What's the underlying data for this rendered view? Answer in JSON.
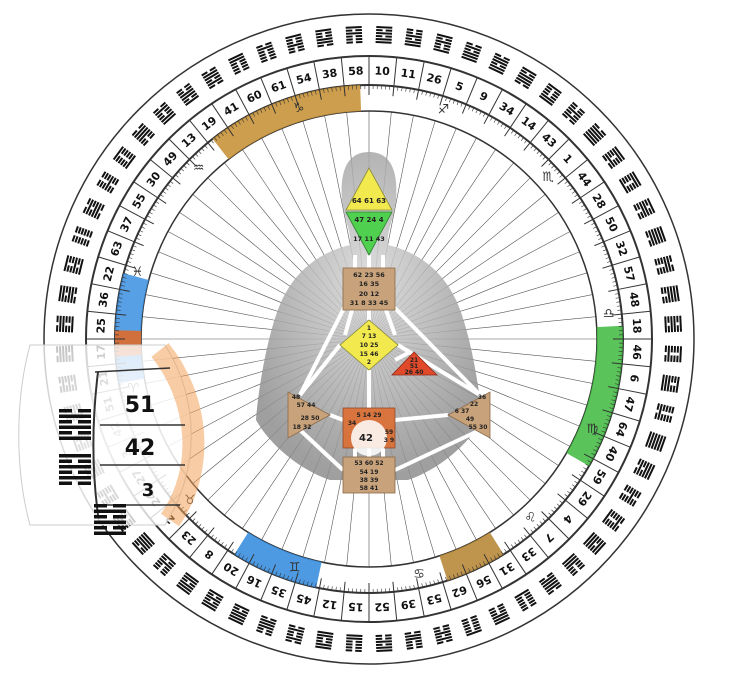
{
  "wheel": {
    "gates": [
      "10",
      "11",
      "26",
      "5",
      "9",
      "34",
      "14",
      "43",
      "1",
      "44",
      "28",
      "50",
      "32",
      "57",
      "48",
      "18",
      "46",
      "6",
      "47",
      "64",
      "40",
      "59",
      "29",
      "4",
      "7",
      "33",
      "31",
      "56",
      "62",
      "53",
      "39",
      "52",
      "15",
      "12",
      "45",
      "35",
      "16",
      "20",
      "8",
      "23",
      "2",
      "24",
      "27",
      "3",
      "42",
      "51",
      "21",
      "17",
      "25",
      "36",
      "22",
      "63",
      "37",
      "55",
      "30",
      "49",
      "13",
      "19",
      "41",
      "60",
      "61",
      "54",
      "38",
      "58"
    ],
    "zodiac": [
      {
        "symbol": "♐",
        "name": "sagittarius"
      },
      {
        "symbol": "♏",
        "name": "scorpio"
      },
      {
        "symbol": "♎",
        "name": "libra"
      },
      {
        "symbol": "♍",
        "name": "virgo"
      },
      {
        "symbol": "♌",
        "name": "leo"
      },
      {
        "symbol": "♋",
        "name": "cancer"
      },
      {
        "symbol": "♊",
        "name": "gemini"
      },
      {
        "symbol": "♉",
        "name": "taurus"
      },
      {
        "symbol": "♈",
        "name": "aries"
      },
      {
        "symbol": "♓",
        "name": "pisces"
      },
      {
        "symbol": "♒",
        "name": "aquarius"
      },
      {
        "symbol": "♑",
        "name": "capricorn"
      }
    ],
    "magnifier": {
      "gates": [
        "51",
        "42",
        "3"
      ],
      "small": [
        "25",
        "21",
        "24",
        "27"
      ]
    }
  },
  "bodygraph": {
    "head": "64 61 63",
    "ajna": "47 24 4",
    "ajna2": "17 11 43",
    "throat": [
      "62 23 56",
      "16 35",
      "20 12",
      "31 8 33 45"
    ],
    "g": [
      "1",
      "7 13",
      "10 25",
      "15 46",
      "2"
    ],
    "ego": [
      "21",
      "51",
      "26 40"
    ],
    "spleen": [
      "48",
      "57 44",
      "28 50",
      "18 32"
    ],
    "solar": [
      "36",
      "22",
      "6 37",
      "49",
      "55 30"
    ],
    "sacral": [
      "5 14 29",
      "34",
      "42",
      "59",
      "3 9"
    ],
    "root": [
      "53 60 52",
      "54 19",
      "38 39",
      "58 41"
    ]
  },
  "colors": {
    "ring_border": "#333333",
    "head": "#f2e94e",
    "ajna": "#4fd14f",
    "throat": "#c8a27a",
    "g": "#f2e94e",
    "ego": "#e04a2a",
    "sacral": "#e06a2a",
    "body": "#9e9e9e"
  }
}
